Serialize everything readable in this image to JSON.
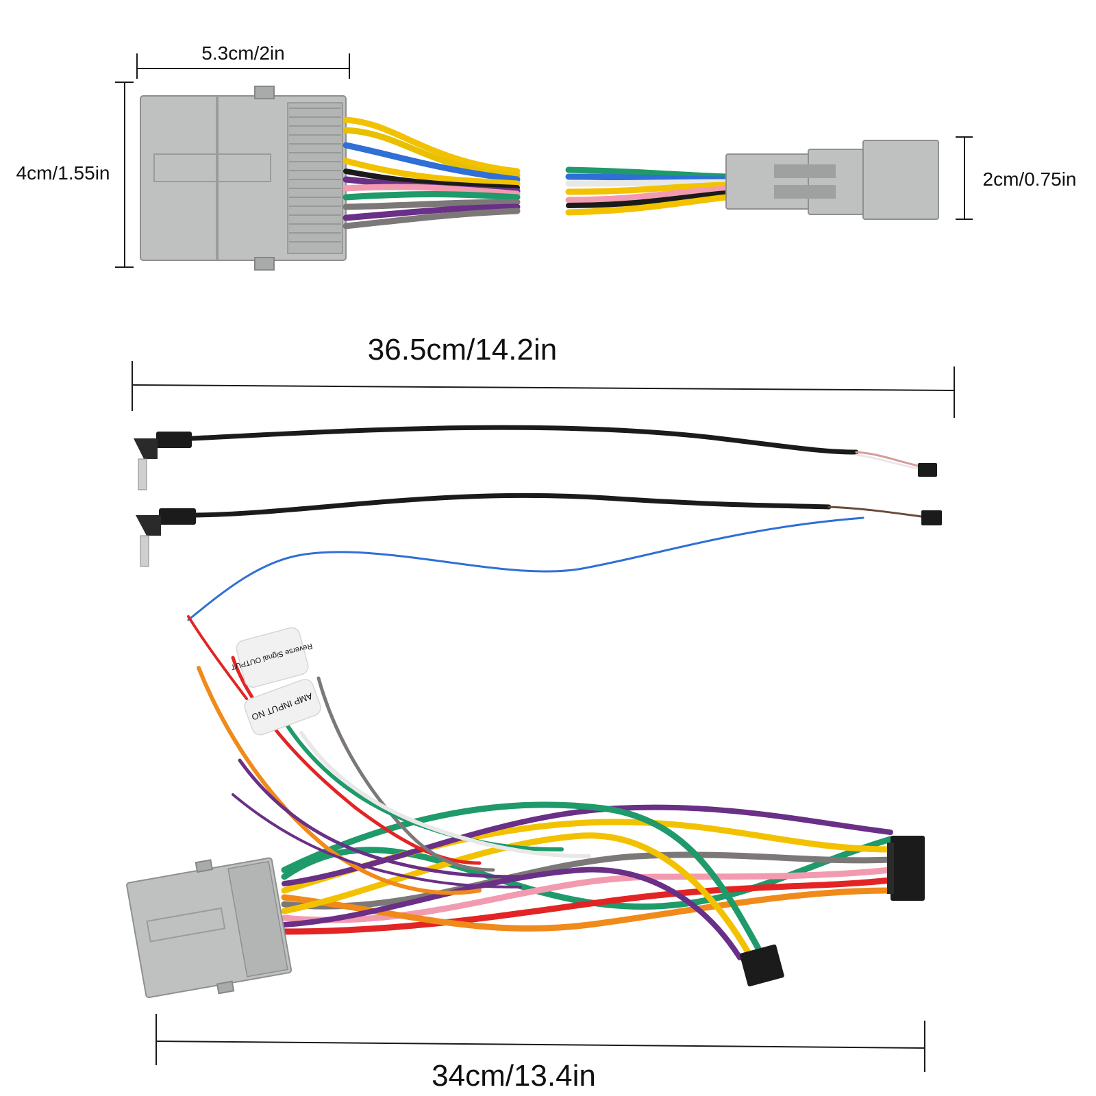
{
  "dimensions": {
    "top_connector_width": "5.3cm/2in",
    "top_connector_height": "4cm/1.55in",
    "small_connector_height": "2cm/0.75in",
    "cable_length": "36.5cm/14.2in",
    "harness_length": "34cm/13.4in"
  },
  "labels": {
    "tag_1": "Reverse Signal OUTPUT",
    "tag_2": "AMP INPUT NO"
  },
  "colors": {
    "connector_gray": "#bfc0c0",
    "cable_black": "#1b1b1b",
    "wire_yellow": "#f2c200",
    "wire_blue": "#2f6fd6",
    "wire_green": "#1f9a6a",
    "wire_pink": "#f29bb0",
    "wire_purple": "#6a2f86",
    "wire_gray": "#7d7878",
    "wire_orange": "#f08a1a",
    "wire_red": "#e32424",
    "wire_white": "#e8e8e8"
  }
}
